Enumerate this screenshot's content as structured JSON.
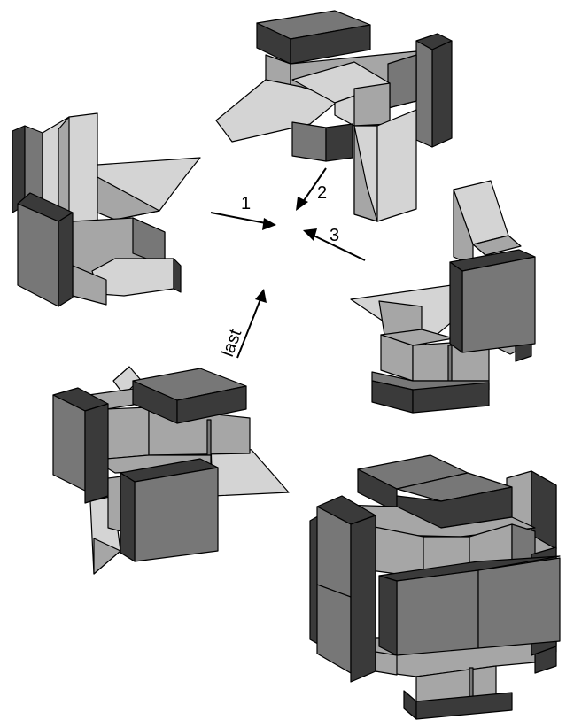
{
  "colors": {
    "dark": "#3a3a3a",
    "medium": "#777777",
    "light": "#a6a6a6",
    "pale": "#d4d4d4",
    "outline": "#000000"
  },
  "pieces": [
    {
      "id": "piece-top-left"
    },
    {
      "id": "piece-top-center"
    },
    {
      "id": "piece-right"
    },
    {
      "id": "piece-bottom-left"
    },
    {
      "id": "piece-assembled"
    }
  ],
  "arrows": [
    {
      "label": "1"
    },
    {
      "label": "2"
    },
    {
      "label": "3"
    },
    {
      "label": "last"
    }
  ]
}
